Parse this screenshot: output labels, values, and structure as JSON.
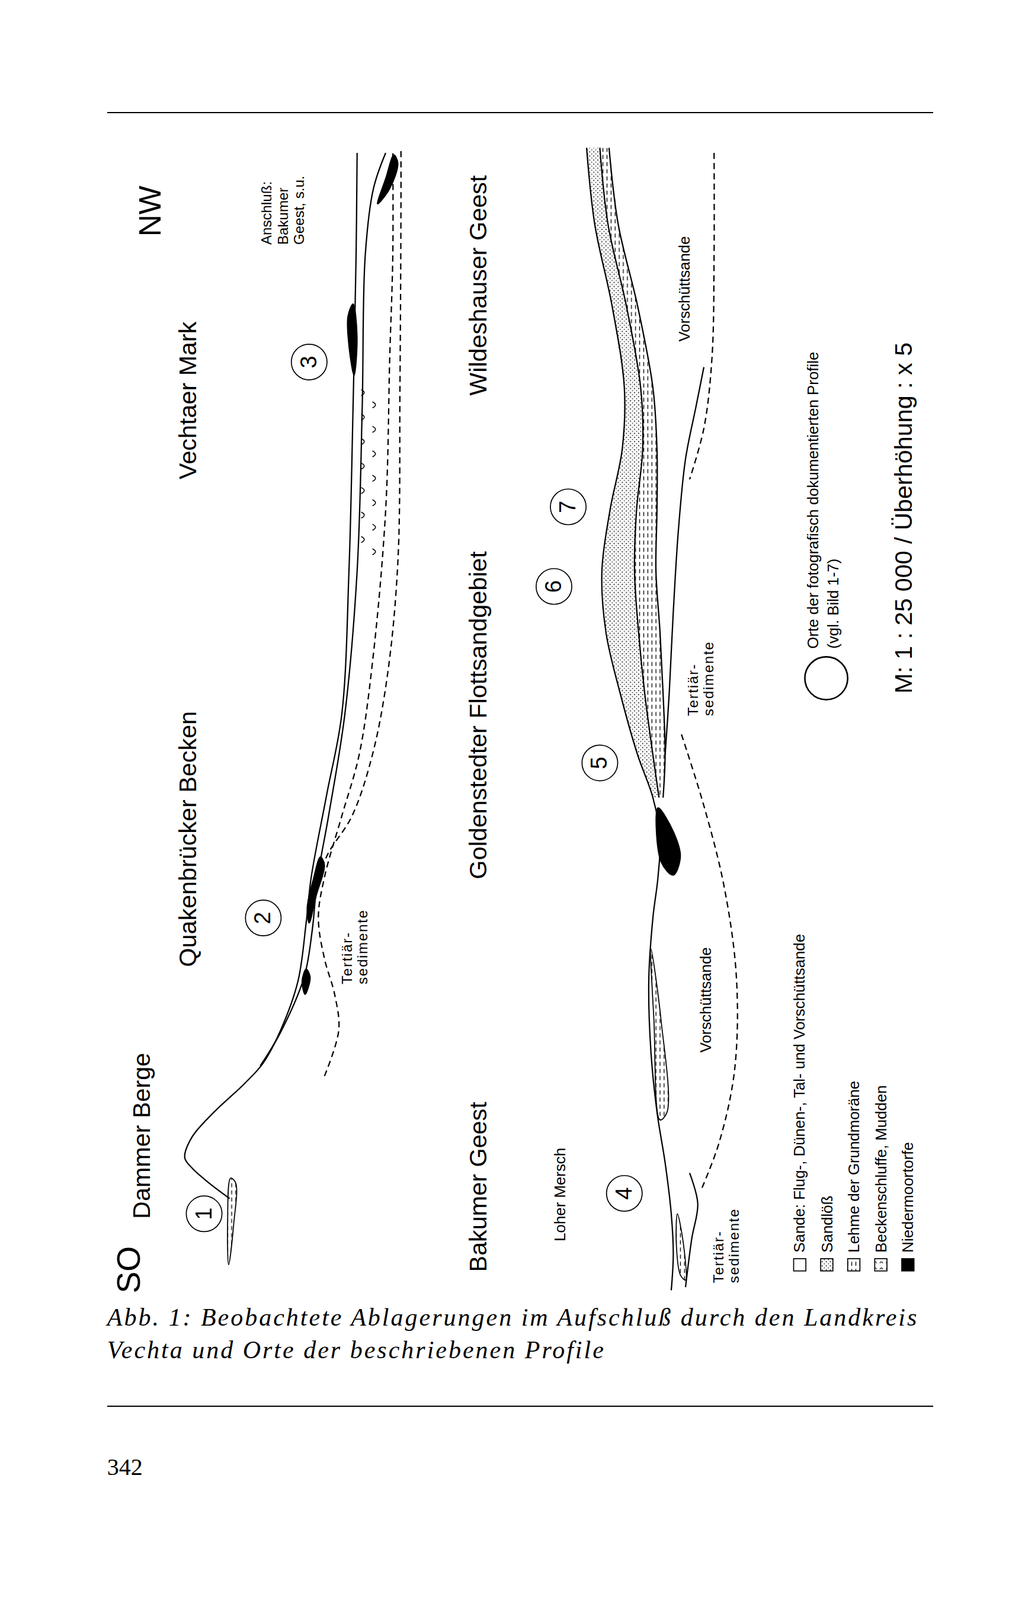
{
  "diagram": {
    "caption": "Abb. 1: Beobachtete Ablagerungen im Aufschluß durch den Landkreis Vechta und Orte der beschriebenen Profile",
    "nodes": [
      {
        "text": [
          "1"
        ]
      },
      {
        "text": [
          "2"
        ]
      },
      {
        "text": [
          "3"
        ]
      },
      {
        "text": [
          "4"
        ]
      },
      {
        "text": [
          "5"
        ]
      },
      {
        "text": [
          "6"
        ]
      },
      {
        "text": [
          "7"
        ]
      }
    ],
    "labels": [
      "SO",
      "Dammer Berge",
      "Quakenbrücker Becken",
      "Vechtaer Mark",
      "NW",
      "Anschluß: Bakumer Geest, s.u.",
      "Tertiär- sedimente",
      "Bakumer Geest",
      "Goldenstedter Flottsandgebiet",
      "Wildeshauser Geest",
      "Loher Mersch",
      "Tertiär- sedimente",
      "Vorschüttsande",
      "Tertiär- sedimente",
      "Vorschüttsande",
      "M: 1 : 25 000 / Überhöhung : x 5",
      "342"
    ],
    "legend": [
      {
        "text": "Sande: Flug-, Dünen-, Tal- und Vorschüttsande",
        "color": "#ffffff"
      },
      {
        "text": "Sandlöß"
      },
      {
        "text": "Lehme der Grundmoräne"
      },
      {
        "text": "Beckenschluffe, Mudden"
      },
      {
        "text": "Niedermoortorfe",
        "color": "#000000"
      },
      {
        "text": "Orte der fotografisch dokumentierten Profile (vgl. Bild 1-7)"
      }
    ]
  }
}
